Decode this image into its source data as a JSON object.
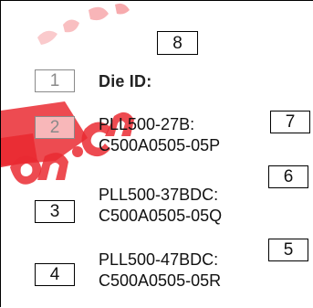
{
  "die_id_label": "Die ID:",
  "pads": [
    {
      "label": "8"
    },
    {
      "label": "1"
    },
    {
      "label": "2"
    },
    {
      "label": "7"
    },
    {
      "label": "6"
    },
    {
      "label": "3"
    },
    {
      "label": "5"
    },
    {
      "label": "4"
    }
  ],
  "die_ids": [
    {
      "part": "PLL500-27B:",
      "code": "C500A0505-05P"
    },
    {
      "part": "PLL500-37BDC:",
      "code": "C500A0505-05Q"
    },
    {
      "part": "PLL500-47BDC:",
      "code": "C500A0505-05R"
    }
  ],
  "colors": {
    "watermark": "#e8141c",
    "outline": "#000000"
  }
}
